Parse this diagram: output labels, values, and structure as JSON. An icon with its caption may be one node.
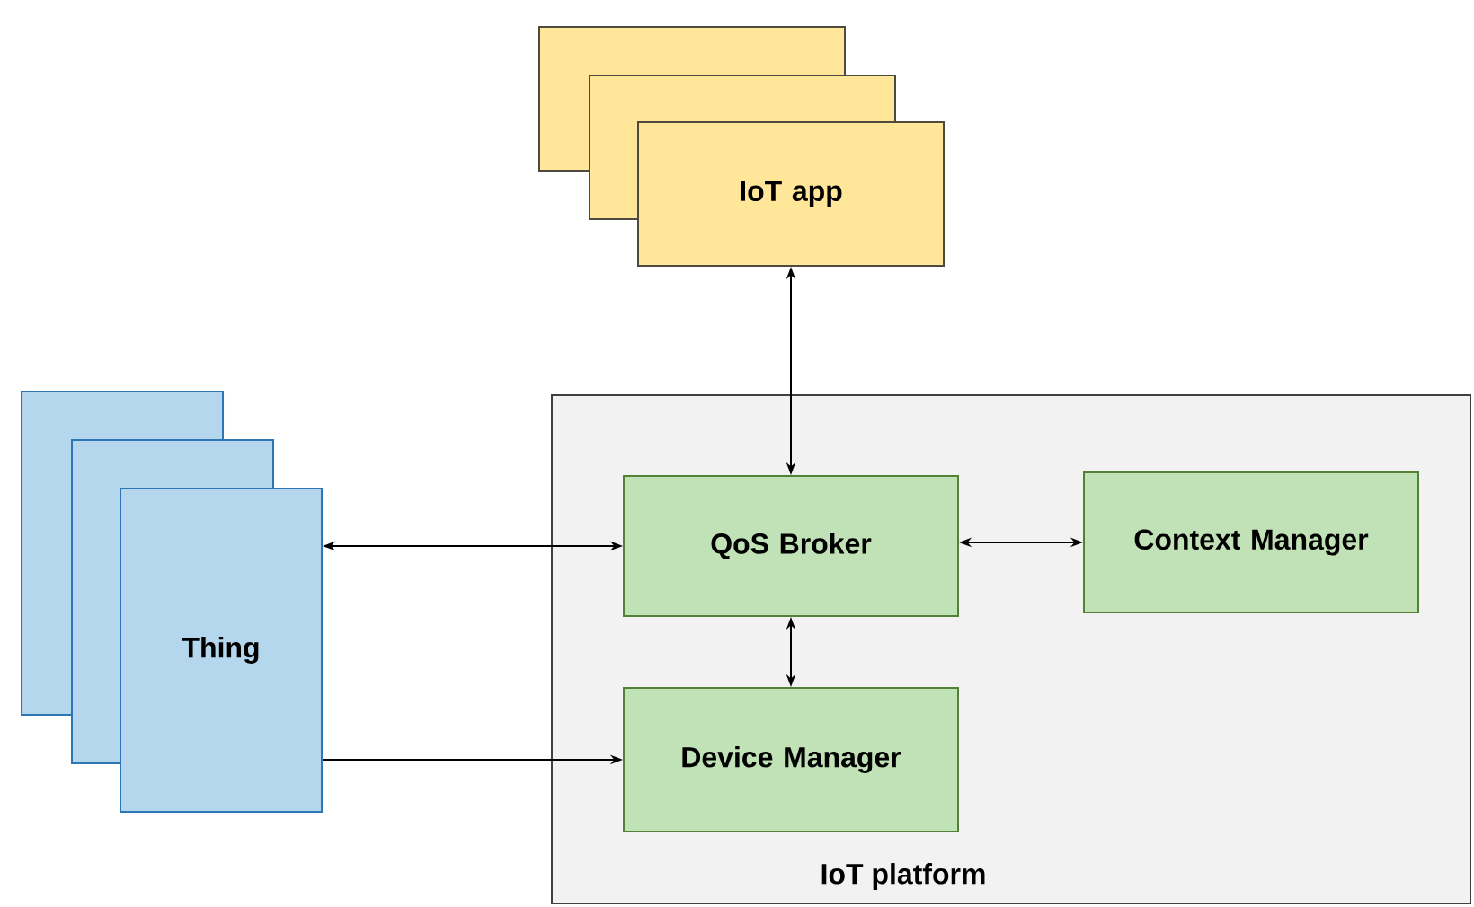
{
  "diagram": {
    "nodes": [
      {
        "text": [
          "IoT app"
        ]
      },
      {
        "text": [
          "Thing"
        ]
      },
      {
        "text": [
          "IoT platform"
        ]
      },
      {
        "text": [
          "QoS Broker"
        ],
        "in": 2
      },
      {
        "text": [
          "Context Manager"
        ],
        "in": 2
      },
      {
        "text": [
          "Device Manager"
        ],
        "in": 2
      }
    ],
    "edges": [
      {
        "from": 0,
        "to": 3,
        "arrow": "both"
      },
      {
        "from": 1,
        "to": 3,
        "arrow": "both"
      },
      {
        "from": 3,
        "to": 4,
        "arrow": "both"
      },
      {
        "from": 3,
        "to": 5,
        "arrow": "both"
      },
      {
        "from": 1,
        "to": 5,
        "arrow": "to"
      }
    ]
  }
}
